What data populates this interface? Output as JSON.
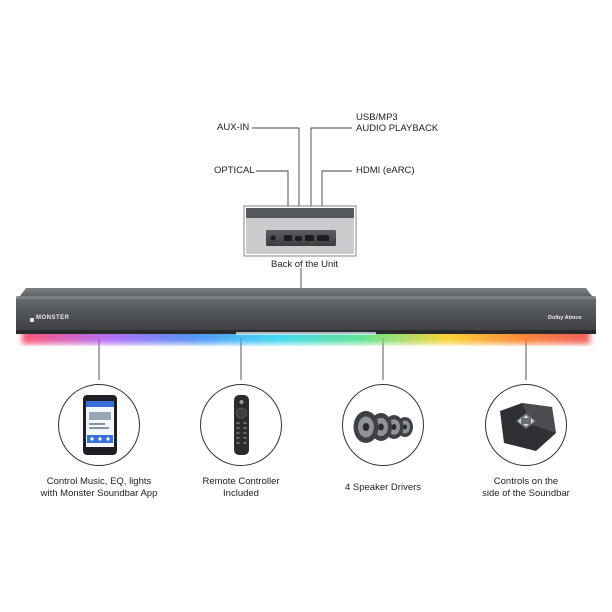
{
  "ports": {
    "aux_in": "AUX-IN",
    "usb_line1": "USB/MP3",
    "usb_line2": "AUDIO PLAYBACK",
    "optical": "OPTICAL",
    "hdmi": "HDMI (eARC)",
    "back_caption": "Back of the Unit"
  },
  "soundbar": {
    "brand": "MONSTER",
    "badge": "Dolby Atmos",
    "glow_colors": [
      "#ff3b5c",
      "#a855f7",
      "#3b82f6",
      "#22d3ee",
      "#4ade80",
      "#facc15",
      "#f97316",
      "#ef4444"
    ]
  },
  "features": [
    {
      "icon": "phone-app-icon",
      "line1": "Control Music, EQ, lights",
      "line2": "with Monster Soundbar App"
    },
    {
      "icon": "remote-control-icon",
      "line1": "Remote Controller",
      "line2": "Included"
    },
    {
      "icon": "speaker-drivers-icon",
      "line1": "4 Speaker Drivers",
      "line2": ""
    },
    {
      "icon": "side-controls-icon",
      "line1": "Controls on the",
      "line2": "side of the Soundbar"
    }
  ]
}
